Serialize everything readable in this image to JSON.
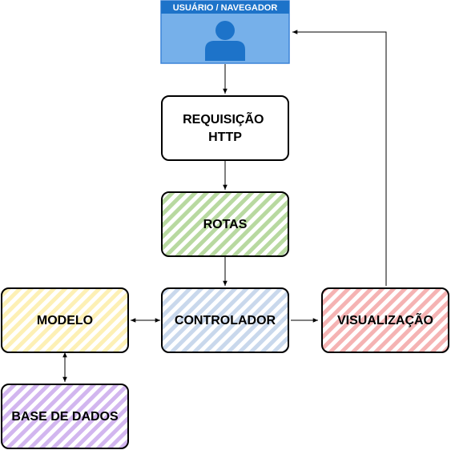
{
  "nodes": {
    "user": {
      "label": "USUÁRIO / NAVEGADOR",
      "icon": "user-icon",
      "fill": "#76b0ea",
      "header_color": "#1d73c9",
      "stroke": "#3b84d8"
    },
    "request": {
      "label_lines": [
        "REQUISIÇÃO",
        "HTTP"
      ],
      "fill": "#ffffff"
    },
    "routes": {
      "label": "ROTAS",
      "hatch": "#b8d9a0"
    },
    "controller": {
      "label": "CONTROLADOR",
      "hatch": "#c9d8ec"
    },
    "view": {
      "label": "VISUALIZAÇÃO",
      "hatch": "#f5b3b3"
    },
    "model": {
      "label": "MODELO",
      "hatch": "#fdf0b5"
    },
    "database": {
      "label": "BASE DE DADOS",
      "hatch": "#d2b6ef"
    }
  },
  "edges": [
    {
      "from": "user",
      "to": "request",
      "direction": "forward"
    },
    {
      "from": "request",
      "to": "routes",
      "direction": "forward"
    },
    {
      "from": "routes",
      "to": "controller",
      "direction": "forward"
    },
    {
      "from": "controller",
      "to": "view",
      "direction": "forward"
    },
    {
      "from": "view",
      "to": "user",
      "direction": "forward"
    },
    {
      "from": "controller",
      "to": "model",
      "direction": "both"
    },
    {
      "from": "model",
      "to": "database",
      "direction": "both"
    }
  ]
}
